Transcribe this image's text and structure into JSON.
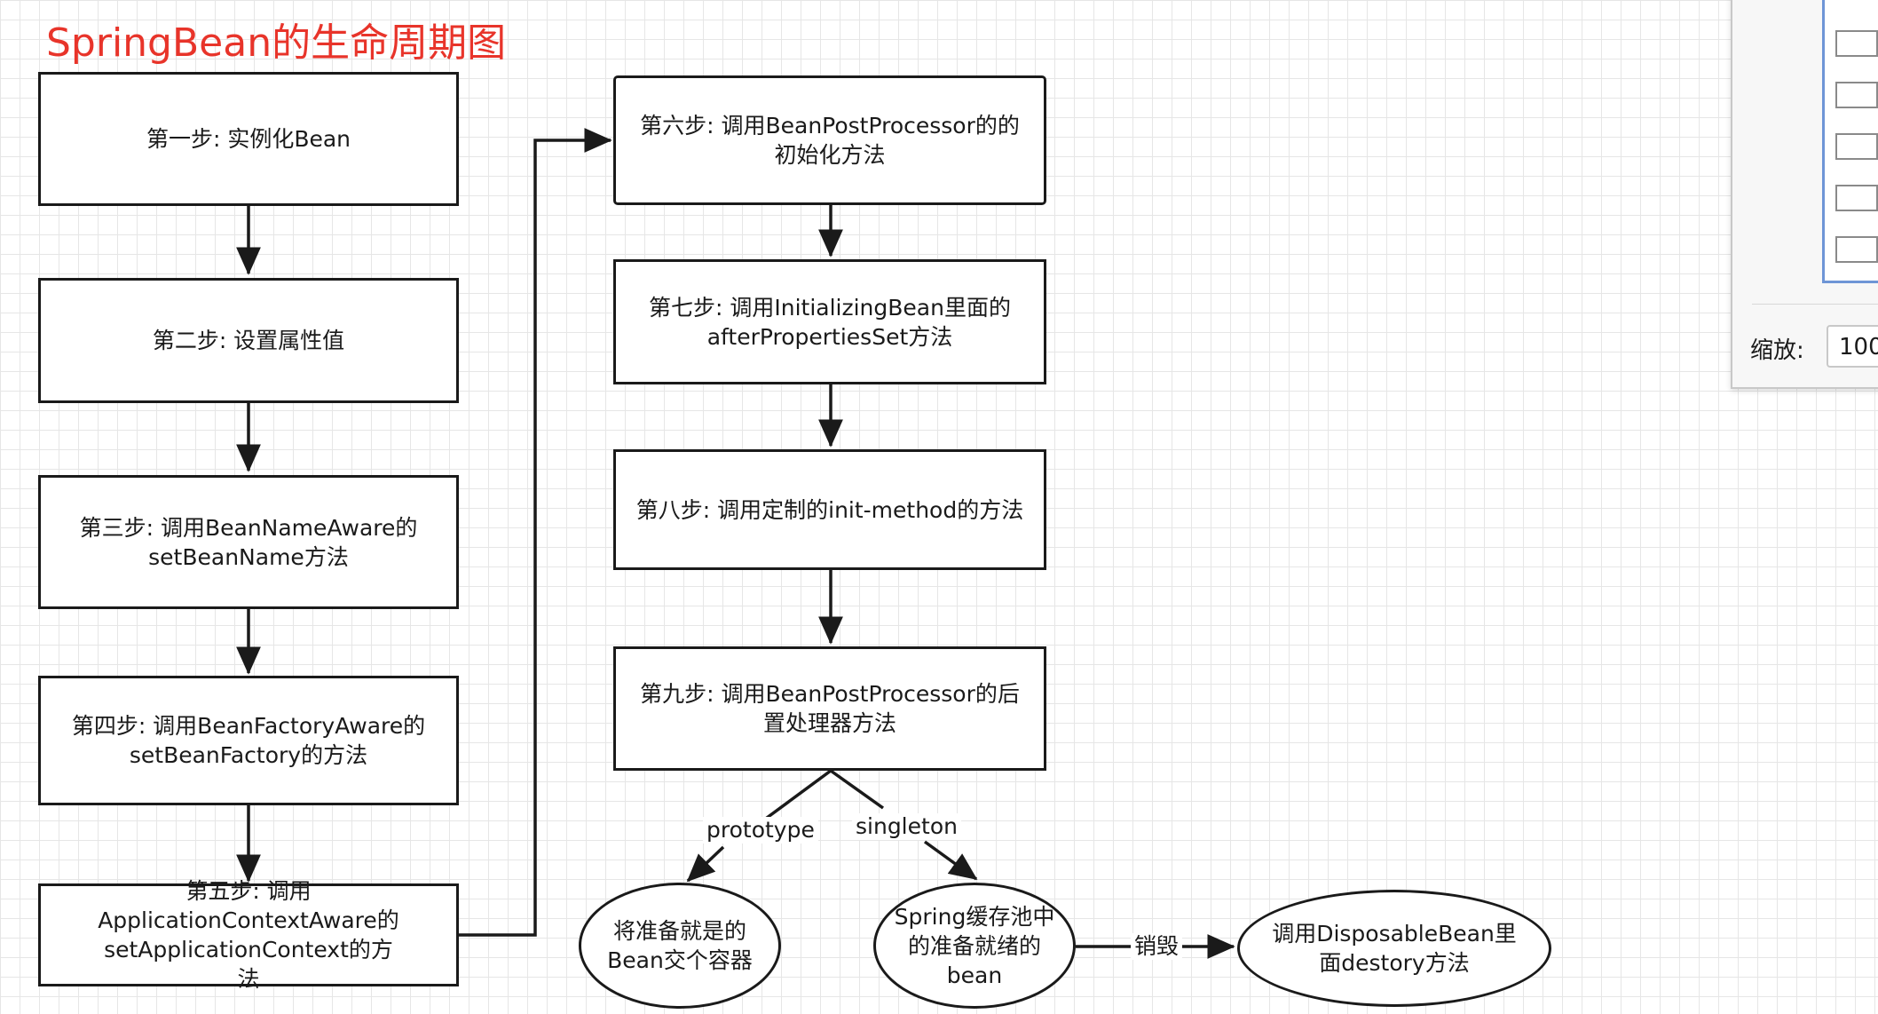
{
  "diagram": {
    "title": "SpringBean的生命周期图",
    "steps": {
      "s1": "第一步:  实例化Bean",
      "s2": "第二步: 设置属性值",
      "s3": "第三步: 调用BeanNameAware的setBeanName方法",
      "s4": "第四步: 调用BeanFactoryAware的setBeanFactory的方法",
      "s5": "第五步: 调用ApplicationContextAware的setApplicationContext的方法",
      "s6": "第六步: 调用BeanPostProcessor的的初始化方法",
      "s7": "第七步: 调用InitializingBean里面的afterPropertiesSet方法",
      "s8": "第八步: 调用定制的init-method的方法",
      "s9": "第九步: 调用BeanPostProcessor的后置处理器方法"
    },
    "outcomes": {
      "prototype_target": "将准备就是的Bean交个容器",
      "singleton_target": "Spring缓存池中的准备就绪的bean",
      "destroy_target": "调用DisposableBean里面destory方法"
    },
    "edge_labels": {
      "prototype": "prototype",
      "singleton": "singleton",
      "destroy": "销毁"
    }
  },
  "panel": {
    "zoom_label": "缩放:",
    "zoom_value": "100"
  }
}
